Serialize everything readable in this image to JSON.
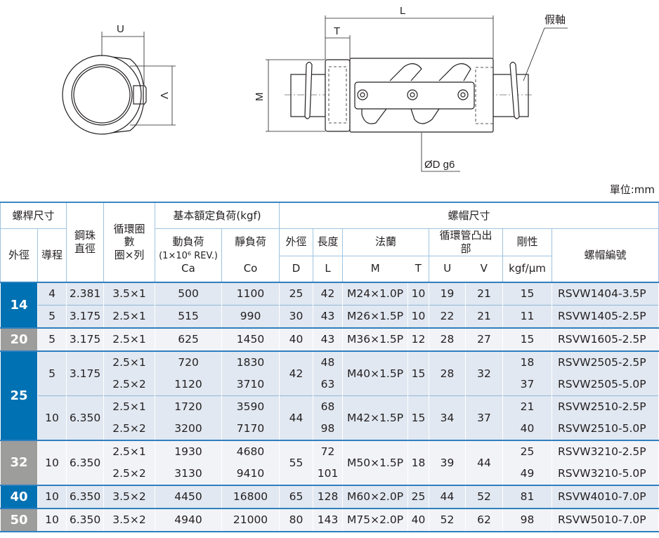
{
  "drawing": {
    "U": "U",
    "V": "V",
    "L": "L",
    "T": "T",
    "M": "M",
    "dummy_shaft": "假軸",
    "od_label": "ØD g6"
  },
  "unit": "單位:mm",
  "header": {
    "screw_size": "螺桿尺寸",
    "outer_dia": "外徑",
    "lead": "導程",
    "ball_dia": "鋼珠直徑",
    "circuits": "循環圈數",
    "circuits_sub": "圈×列",
    "load_rating": "基本額定負荷(kgf)",
    "dynamic": "動負荷",
    "dynamic_note": "(1×10⁶ REV.)",
    "ca": "Ca",
    "static": "靜負荷",
    "co": "Co",
    "nut_size": "螺帽尺寸",
    "nut_od": "外徑",
    "d": "D",
    "length": "長度",
    "l": "L",
    "flange": "法蘭",
    "m": "M",
    "t": "T",
    "return_tube": "循環管凸出部",
    "u": "U",
    "v": "V",
    "stiffness": "剛性",
    "stiffness_unit": "kgf/μm",
    "model": "螺帽編號"
  },
  "colors": {
    "blue": "#0071b2",
    "gray": "#9d9d9c",
    "blue_bg": "#e1e8f1",
    "gray_bg": "#f2f3f7"
  },
  "groups": [
    {
      "od": "14",
      "color": "blue",
      "leads": [
        {
          "lead": "4",
          "ball": "2.381",
          "D": "25",
          "M": "M24×1.0P",
          "T": "10",
          "U": "19",
          "V": "21",
          "nuts": [
            {
              "circuits": "3.5×1",
              "ca": "500",
              "co": "1100",
              "L": "42",
              "k": "15",
              "model": "RSVW1404-3.5P"
            }
          ]
        },
        {
          "lead": "5",
          "ball": "3.175",
          "D": "30",
          "M": "M26×1.5P",
          "T": "10",
          "U": "22",
          "V": "21",
          "nuts": [
            {
              "circuits": "2.5×1",
              "ca": "515",
              "co": "990",
              "L": "43",
              "k": "11",
              "model": "RSVW1405-2.5P"
            }
          ]
        }
      ]
    },
    {
      "od": "20",
      "color": "gray",
      "leads": [
        {
          "lead": "5",
          "ball": "3.175",
          "D": "40",
          "M": "M36×1.5P",
          "T": "12",
          "U": "28",
          "V": "27",
          "nuts": [
            {
              "circuits": "2.5×1",
              "ca": "625",
              "co": "1450",
              "L": "43",
              "k": "15",
              "model": "RSVW1605-2.5P"
            }
          ]
        }
      ]
    },
    {
      "od": "25",
      "color": "blue",
      "leads": [
        {
          "lead": "5",
          "ball": "3.175",
          "D": "42",
          "M": "M40×1.5P",
          "T": "15",
          "U": "28",
          "V": "32",
          "nuts": [
            {
              "circuits": "2.5×1",
              "ca": "720",
              "co": "1830",
              "L": "48",
              "k": "18",
              "model": "RSVW2505-2.5P"
            },
            {
              "circuits": "2.5×2",
              "ca": "1120",
              "co": "3710",
              "L": "63",
              "k": "37",
              "model": "RSVW2505-5.0P"
            }
          ]
        },
        {
          "lead": "10",
          "ball": "6.350",
          "D": "44",
          "M": "M42×1.5P",
          "T": "15",
          "U": "34",
          "V": "37",
          "nuts": [
            {
              "circuits": "2.5×1",
              "ca": "1720",
              "co": "3590",
              "L": "68",
              "k": "21",
              "model": "RSVW2510-2.5P"
            },
            {
              "circuits": "2.5×2",
              "ca": "3200",
              "co": "7170",
              "L": "98",
              "k": "40",
              "model": "RSVW2510-5.0P"
            }
          ]
        }
      ]
    },
    {
      "od": "32",
      "color": "gray",
      "leads": [
        {
          "lead": "10",
          "ball": "6.350",
          "D": "55",
          "M": "M50×1.5P",
          "T": "18",
          "U": "39",
          "V": "44",
          "nuts": [
            {
              "circuits": "2.5×1",
              "ca": "1930",
              "co": "4680",
              "L": "72",
              "k": "25",
              "model": "RSVW3210-2.5P"
            },
            {
              "circuits": "2.5×2",
              "ca": "3130",
              "co": "9410",
              "L": "101",
              "k": "49",
              "model": "RSVW3210-5.0P"
            }
          ]
        }
      ]
    },
    {
      "od": "40",
      "color": "blue",
      "leads": [
        {
          "lead": "10",
          "ball": "6.350",
          "D": "65",
          "M": "M60×2.0P",
          "T": "25",
          "U": "44",
          "V": "52",
          "nuts": [
            {
              "circuits": "3.5×2",
              "ca": "4450",
              "co": "16800",
              "L": "128",
              "k": "81",
              "model": "RSVW4010-7.0P"
            }
          ]
        }
      ]
    },
    {
      "od": "50",
      "color": "gray",
      "leads": [
        {
          "lead": "10",
          "ball": "6.350",
          "D": "80",
          "M": "M75×2.0P",
          "T": "40",
          "U": "52",
          "V": "62",
          "nuts": [
            {
              "circuits": "3.5×2",
              "ca": "4940",
              "co": "21000",
              "L": "143",
              "k": "98",
              "model": "RSVW5010-7.0P"
            }
          ]
        }
      ]
    }
  ]
}
